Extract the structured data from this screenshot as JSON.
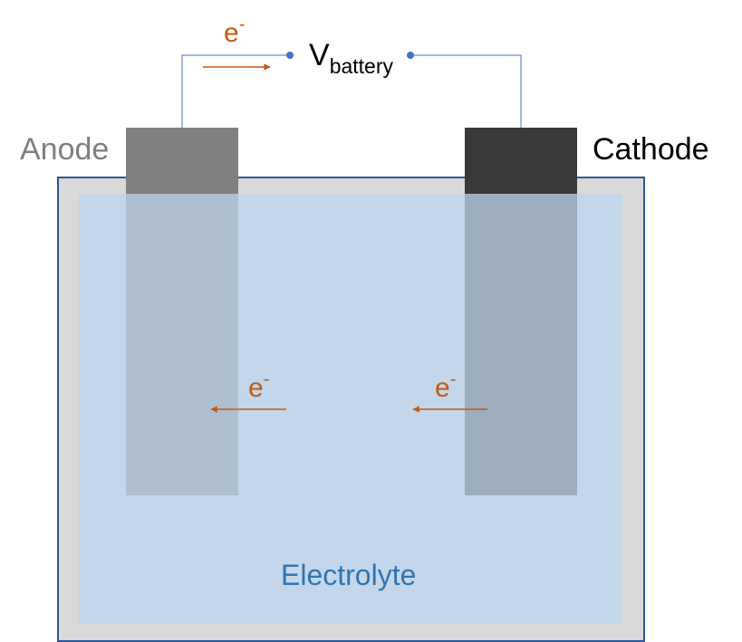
{
  "colors": {
    "electron": "#c55a11",
    "electrolyte_text": "#2e75b6",
    "terminal_dot": "#4472c4",
    "anode_label": "#7f7f7f",
    "cathode_label": "#000000",
    "anode_top": "#808080",
    "cathode_top": "#3a3938",
    "container_border": "#2f5597",
    "container_fill": "#d9d9d9",
    "electrolyte_fill": "#c4d7ea",
    "anode_submerged": "#adbfd1",
    "cathode_submerged": "#9badbf",
    "wire": "#4472c4"
  },
  "labels": {
    "anode": "Anode",
    "cathode": "Cathode",
    "electrolyte": "Electrolyte",
    "voltage_main": "V",
    "voltage_sub": "battery",
    "electron_base": "e",
    "electron_sup": "-"
  },
  "icons": {
    "terminal": "dot",
    "flow": "arrow"
  }
}
